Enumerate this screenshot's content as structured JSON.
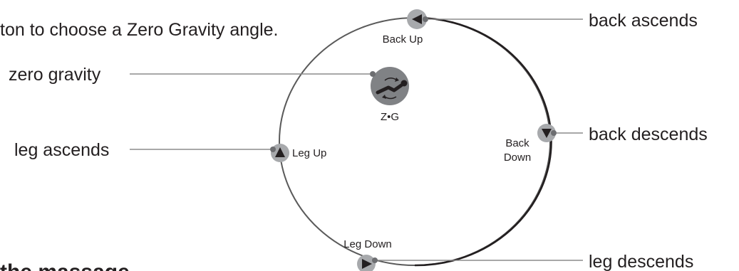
{
  "intro_text": "ton to choose a Zero Gravity angle.",
  "section_heading": "the massage",
  "callouts": {
    "back_ascends": "back ascends",
    "zero_gravity": "zero gravity",
    "back_descends": "back descends",
    "leg_ascends": "leg ascends",
    "leg_descends": "leg descends"
  },
  "buttons": {
    "back_up": "Back Up",
    "back_down_line1": "Back",
    "back_down_line2": "Down",
    "leg_up": "Leg Up",
    "leg_down": "Leg Down",
    "zg": "Z•G"
  },
  "icons": {
    "back_up": "triangle-left-icon",
    "back_down": "triangle-down-icon",
    "leg_up": "triangle-up-icon",
    "leg_down": "triangle-right-icon",
    "zero_gravity": "reclined-person-icon"
  },
  "colors": {
    "text": "#231f20",
    "button_disc": "#a7a9ac",
    "leader_line": "#8c8c8c",
    "ellipse": "#231f20",
    "zg_disc": "#808285"
  }
}
